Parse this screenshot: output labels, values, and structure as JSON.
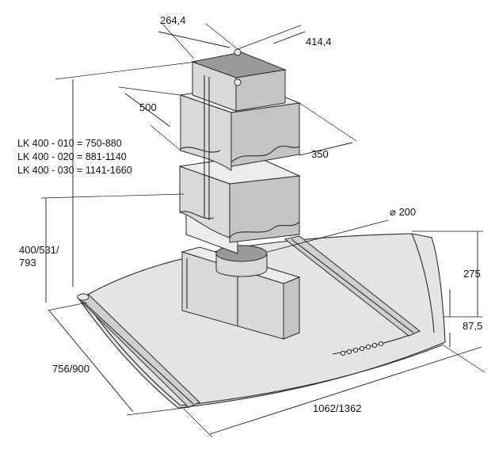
{
  "dimensions": {
    "top_width": "264,4",
    "top_depth": "414,4",
    "upper_flue_width": "500",
    "lower_flue_depth": "350",
    "duct_diameter": "⌀ 200",
    "chimney_height": "400/531/\n793",
    "hood_height": "275",
    "front_edge": "87,5",
    "depth": "756/900",
    "width": "1062/1362"
  },
  "models": [
    "LK 400 - 010 = 750-880",
    "LK 400 - 020 = 881-1140",
    "LK 400 - 030 = 1141-1660"
  ],
  "chimney_height_lines": [
    "400/531/",
    "793"
  ]
}
